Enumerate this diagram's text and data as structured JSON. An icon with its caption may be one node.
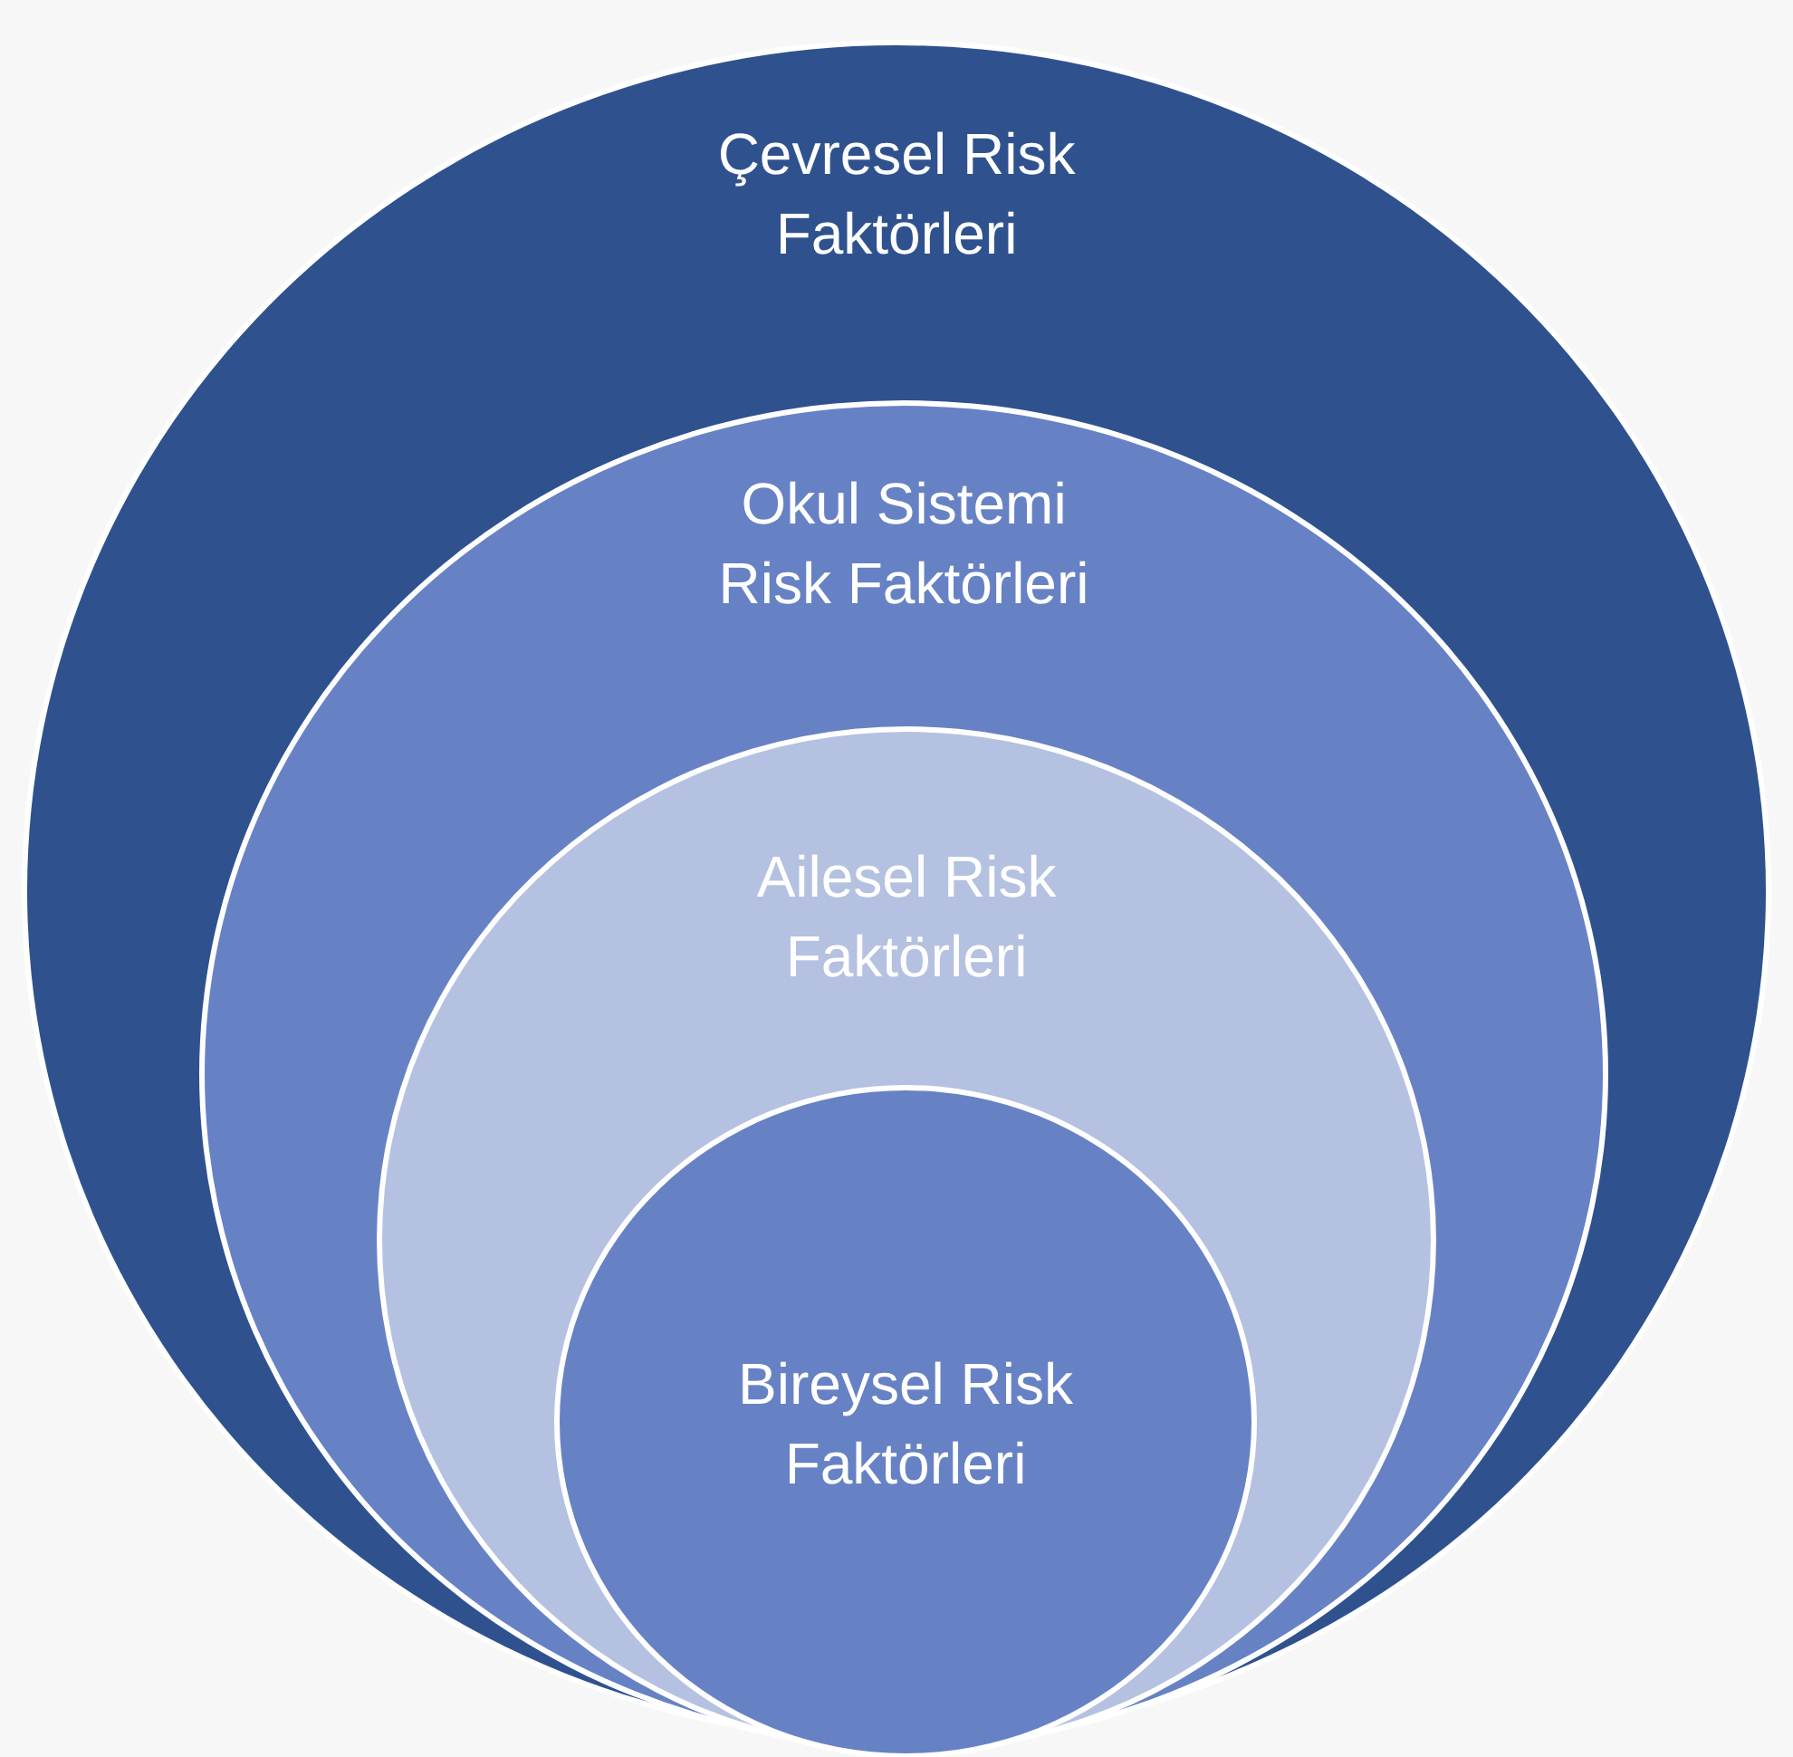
{
  "diagram": {
    "nodes": [
      {
        "text": [
          "Çevresel Risk Faktörleri"
        ]
      },
      {
        "text": [
          "Okul Sistemi Risk Faktörleri"
        ],
        "in": 0
      },
      {
        "text": [
          "Ailesel Risk Faktörleri"
        ],
        "in": 1
      },
      {
        "text": [
          "Bireysel Risk Faktörleri"
        ],
        "in": 2
      }
    ]
  }
}
